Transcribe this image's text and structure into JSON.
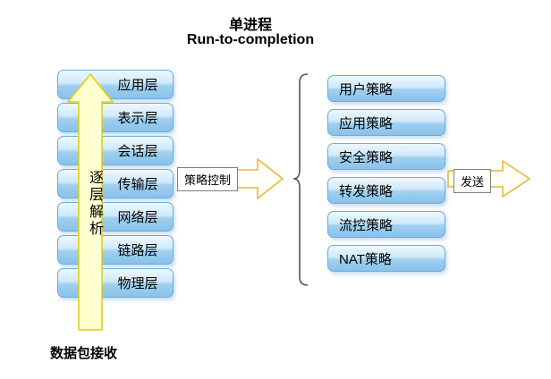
{
  "title": {
    "line1": "单进程",
    "line2": "Run-to-completion"
  },
  "osi_stack": {
    "layers": [
      "应用层",
      "表示层",
      "会话层",
      "传输层",
      "网络层",
      "链路层",
      "物理层"
    ]
  },
  "parse_arrow": {
    "label": "逐层解析"
  },
  "receive_label": "数据包接收",
  "policy_arrow": {
    "label": "策略控制"
  },
  "policy_stack": {
    "policies": [
      "用户策略",
      "应用策略",
      "安全策略",
      "转发策略",
      "流控策略",
      "NAT策略"
    ]
  },
  "send_arrow": {
    "label": "发送"
  },
  "colors": {
    "box_border": "#6aabdf",
    "box_fill_light": "#eef8fe",
    "box_fill_dark": "#8ac2ea",
    "up_arrow_fill": "#ffffd0",
    "up_arrow_border": "#ddd000",
    "block_arrow_border": "#e8b434",
    "block_arrow_fill": "#fffef8",
    "text": "#000000"
  }
}
